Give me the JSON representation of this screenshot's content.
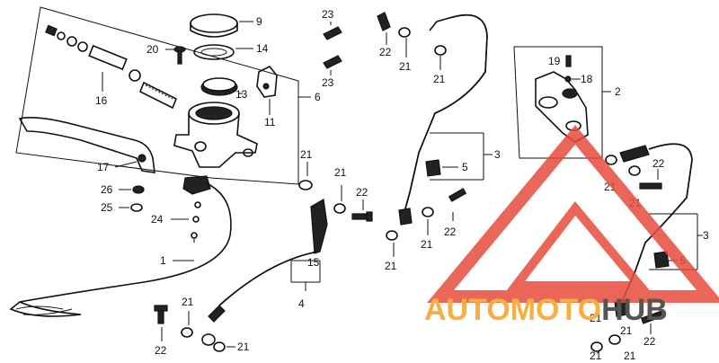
{
  "callouts": [
    "1",
    "2",
    "3",
    "4",
    "5",
    "6",
    "9",
    "11",
    "13",
    "14",
    "15",
    "16",
    "17",
    "18",
    "19",
    "20",
    "21",
    "22",
    "23",
    "24",
    "25",
    "26"
  ],
  "watermark": {
    "text_a": "AUTO",
    "text_b": "MOTO",
    "text_c": "HUB",
    "color_orange": "#f5b041",
    "color_red": "#e74c3c",
    "color_gray": "#555555"
  }
}
